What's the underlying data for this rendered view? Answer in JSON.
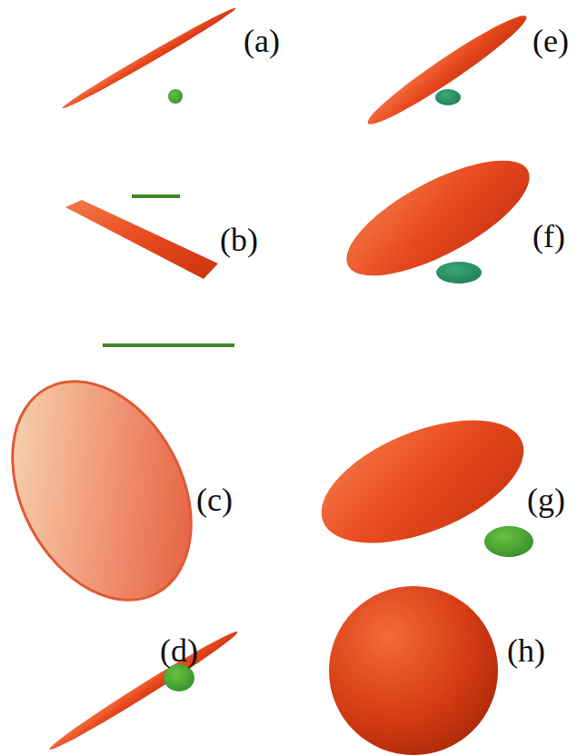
{
  "diagram": {
    "labels": [
      "(a)",
      "(e)",
      "(b)",
      "(f)",
      "(c)",
      "(g)",
      "(d)",
      "(h)"
    ]
  }
}
